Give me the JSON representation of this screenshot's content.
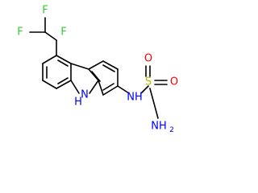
{
  "molecule": {
    "colors": {
      "bond": "#000000",
      "fluorine": "#33cc33",
      "nitrogen": "#0000ff",
      "sulfur": "#b8b800",
      "oxygen": "#ff0000"
    },
    "labels": {
      "f_left": "F",
      "f_top": "F",
      "f_right": "F",
      "nh_ring_n": "N",
      "nh_ring_h": "H",
      "nh_side": "NH",
      "sulfur": "S",
      "oxygen_top": "O",
      "oxygen_right": "O",
      "nh2_n": "NH",
      "nh2_sub": "2"
    }
  }
}
